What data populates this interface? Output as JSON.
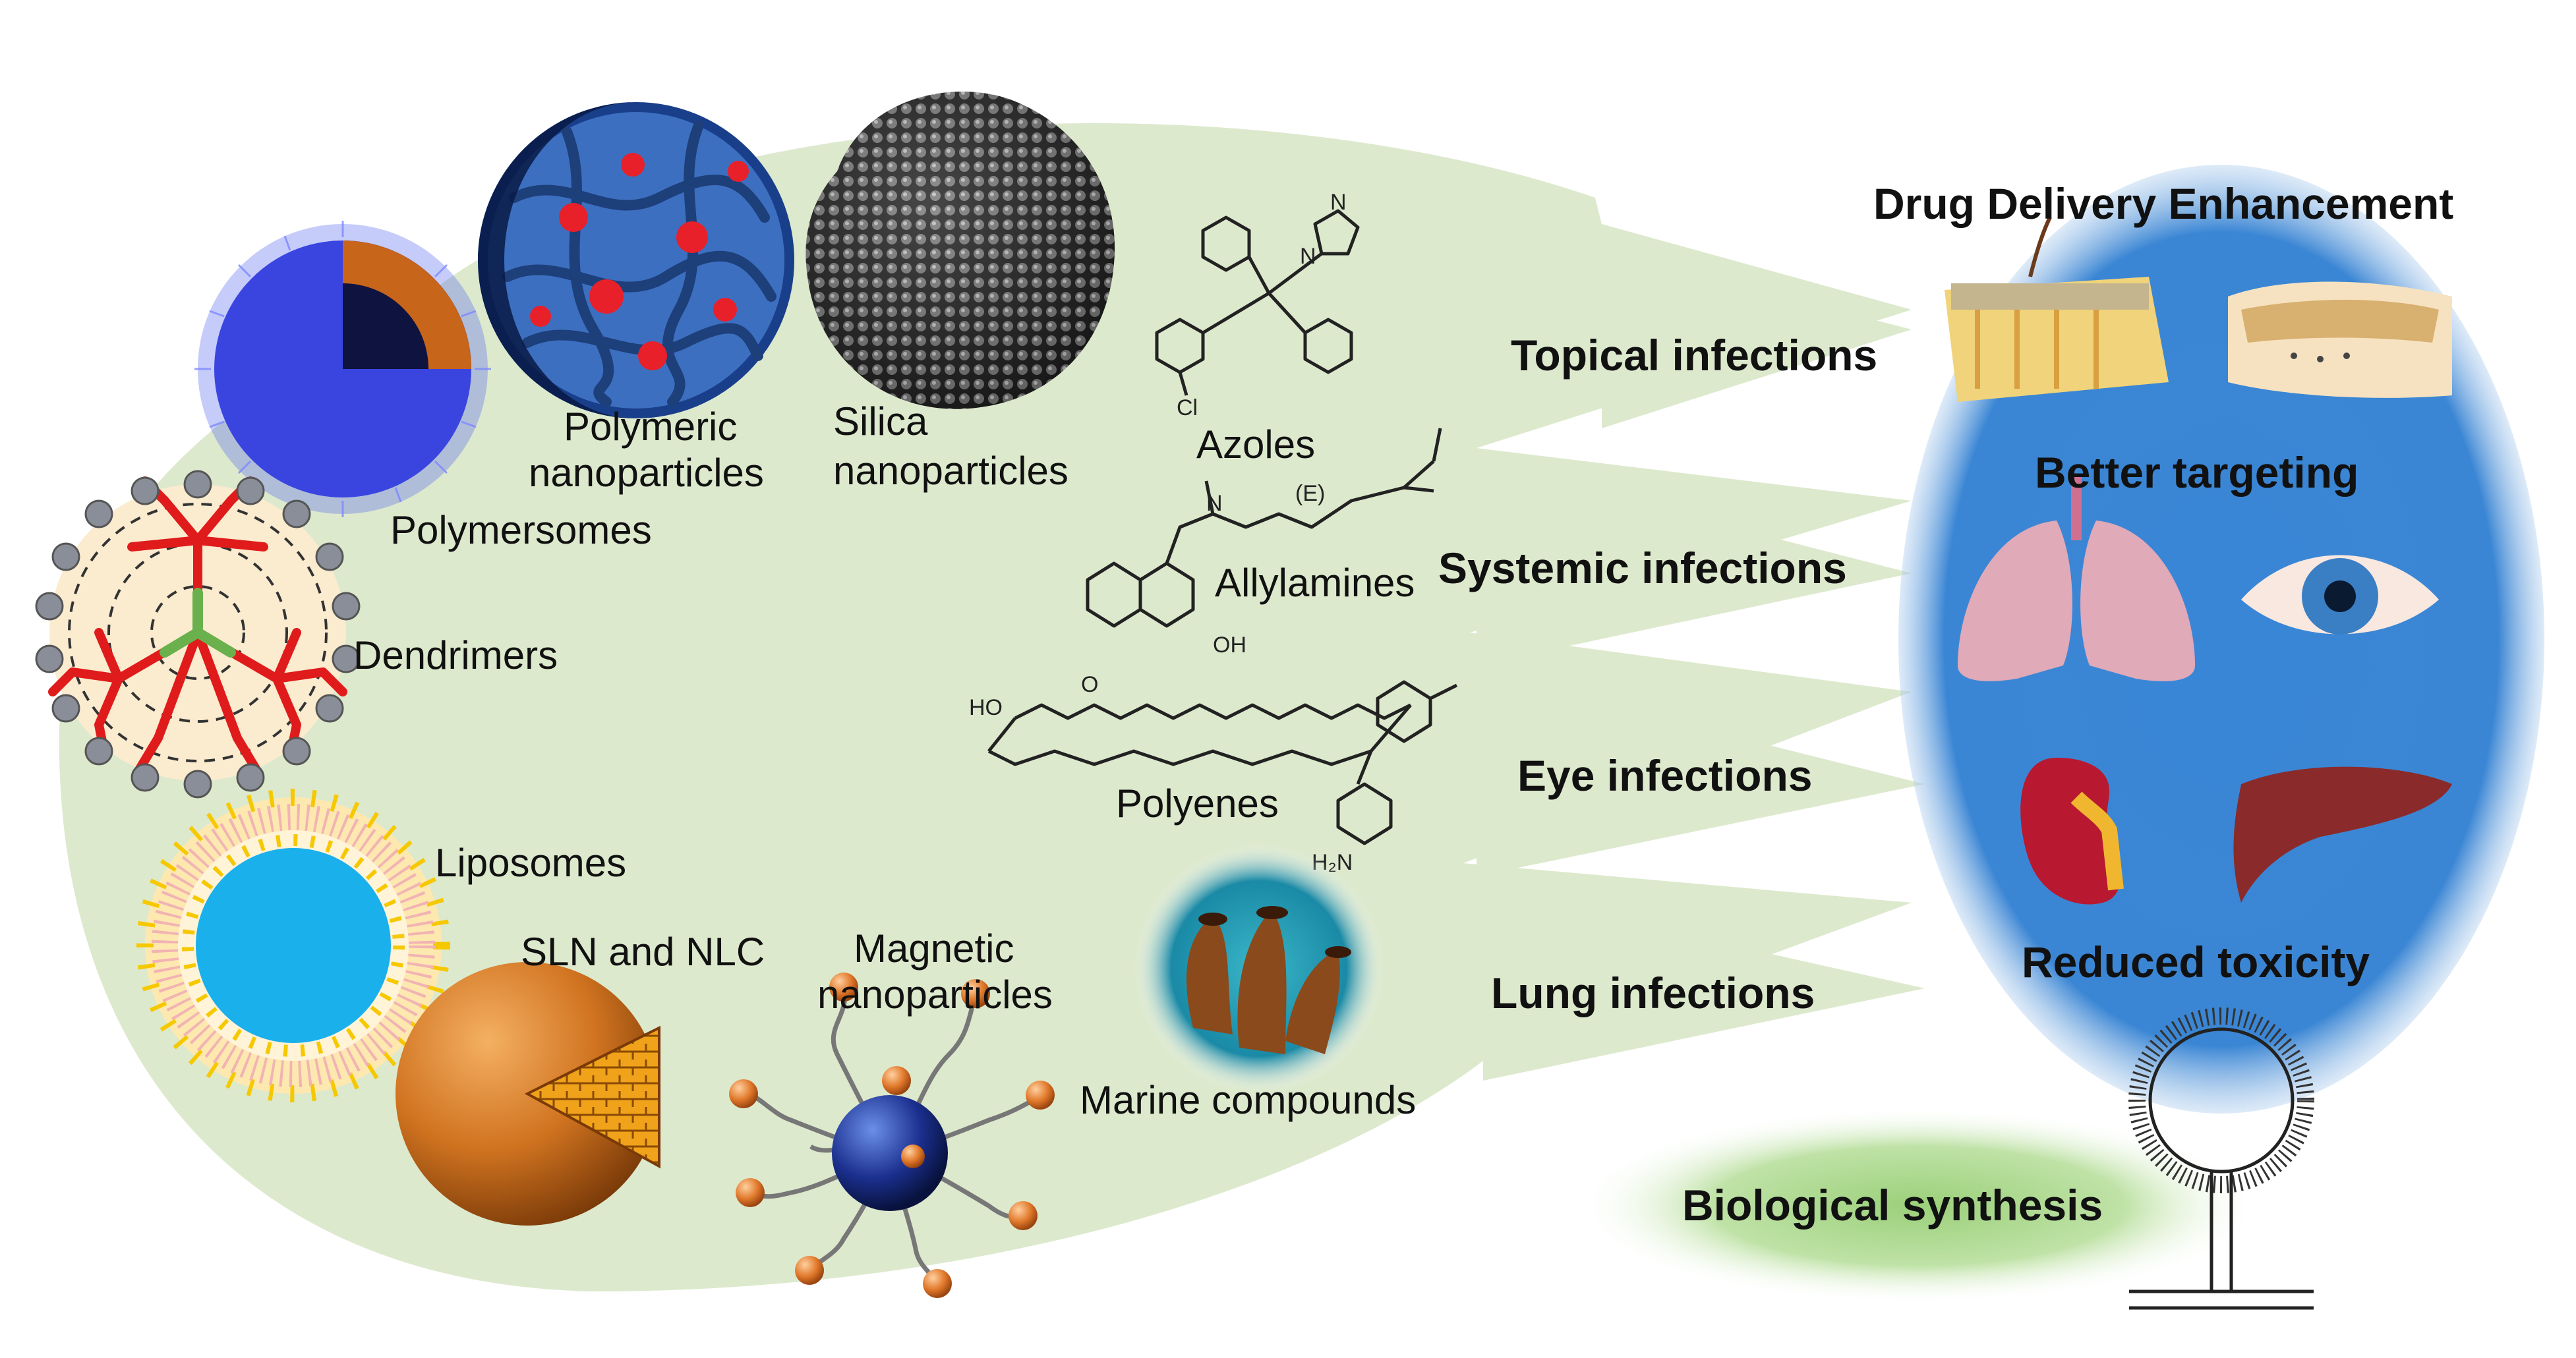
{
  "nanocarriers": {
    "polymeric": [
      "Polymeric",
      "nanoparticles"
    ],
    "silica": [
      "Silica",
      "nanoparticles"
    ],
    "polymersomes": "Polymersomes",
    "dendrimers": "Dendrimers",
    "liposomes": "Liposomes",
    "sln_nlc": "SLN and NLC",
    "magnetic": [
      "Magnetic",
      "nanoparticles"
    ]
  },
  "antifungals": {
    "azoles": "Azoles",
    "allylamines": "Allylamines",
    "polyenes": "Polyenes",
    "marine": "Marine compounds"
  },
  "chem_atoms": {
    "cl": "Cl",
    "n1": "N",
    "n2": "N",
    "n3": "N",
    "e": "(E)",
    "oh": "OH",
    "o": "O",
    "ho": "HO",
    "h2n": "H₂N"
  },
  "infections": {
    "topical": "Topical infections",
    "systemic": "Systemic infections",
    "eye": "Eye infections",
    "lung": "Lung infections"
  },
  "benefits": {
    "delivery": "Drug Delivery Enhancement",
    "targeting": "Better targeting",
    "toxicity": "Reduced toxicity"
  },
  "synthesis": "Biological synthesis",
  "colors": {
    "green_panel": "#dde9cd",
    "blue_panel": "#3b86d4",
    "red": "#e8202a",
    "orange": "#c9701c"
  }
}
